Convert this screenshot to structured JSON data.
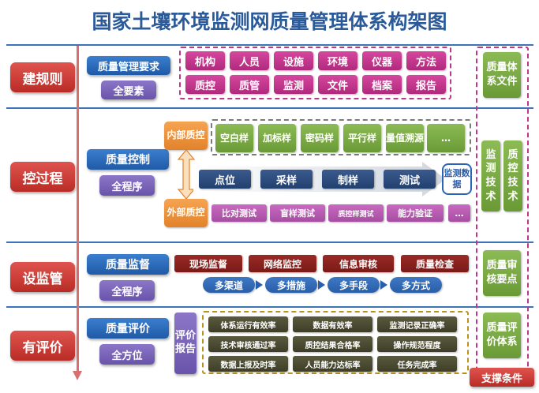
{
  "title": "国家土壤环境监测网质量管理体系构架图",
  "sections": [
    {
      "label": "建规则",
      "main": "质量管理要求",
      "sub": "全要素"
    },
    {
      "label": "控过程",
      "main": "质量控制",
      "sub": "全程序"
    },
    {
      "label": "设监管",
      "main": "质量监督",
      "sub": "全程序"
    },
    {
      "label": "有评价",
      "main": "质量评价",
      "sub": "全方位"
    }
  ],
  "rules_items": [
    "机构",
    "人员",
    "设施",
    "环境",
    "仪器",
    "方法",
    "质控",
    "质管",
    "监测",
    "文件",
    "档案",
    "报告"
  ],
  "internal_qc": "内部质控",
  "external_qc": "外部质控",
  "internal_items": [
    "空白样",
    "加标样",
    "密码样",
    "平行样",
    "量值溯源",
    "…"
  ],
  "process_steps": [
    "点位",
    "采样",
    "制样",
    "测试"
  ],
  "monitor_data": "监测数据",
  "external_items": [
    "比对测试",
    "盲样测试",
    "质控样测试",
    "能力验证",
    "…"
  ],
  "supervision_items": [
    "现场监督",
    "网络监控",
    "信息审核",
    "质量检查"
  ],
  "supervision_means": [
    "多渠道",
    "多措施",
    "多手段",
    "多方式"
  ],
  "evaluation_report": "评价报告",
  "evaluation_items": [
    "体系运行有效率",
    "数据有效率",
    "监测记录正确率",
    "技术审核通过率",
    "质控结果合格率",
    "操作规范程度",
    "数据上报及时率",
    "人员能力达标率",
    "任务完成率"
  ],
  "support": {
    "doc": "质量体系文件",
    "monitor_tech": "监测技术",
    "qc_tech": "质控技术",
    "audit": "质量审核要点",
    "eval_system": "质量评价体系",
    "label": "支撑条件"
  },
  "colors": {
    "title": "#2a5a9a",
    "section_red": "#c0342e",
    "blue": "#2a64b2",
    "purple": "#7862b8",
    "magenta": "#c1368d",
    "green": "#7aaa44",
    "orange": "#ec9139",
    "navy": "#2e4c7e",
    "dark_red": "#8c2320"
  }
}
